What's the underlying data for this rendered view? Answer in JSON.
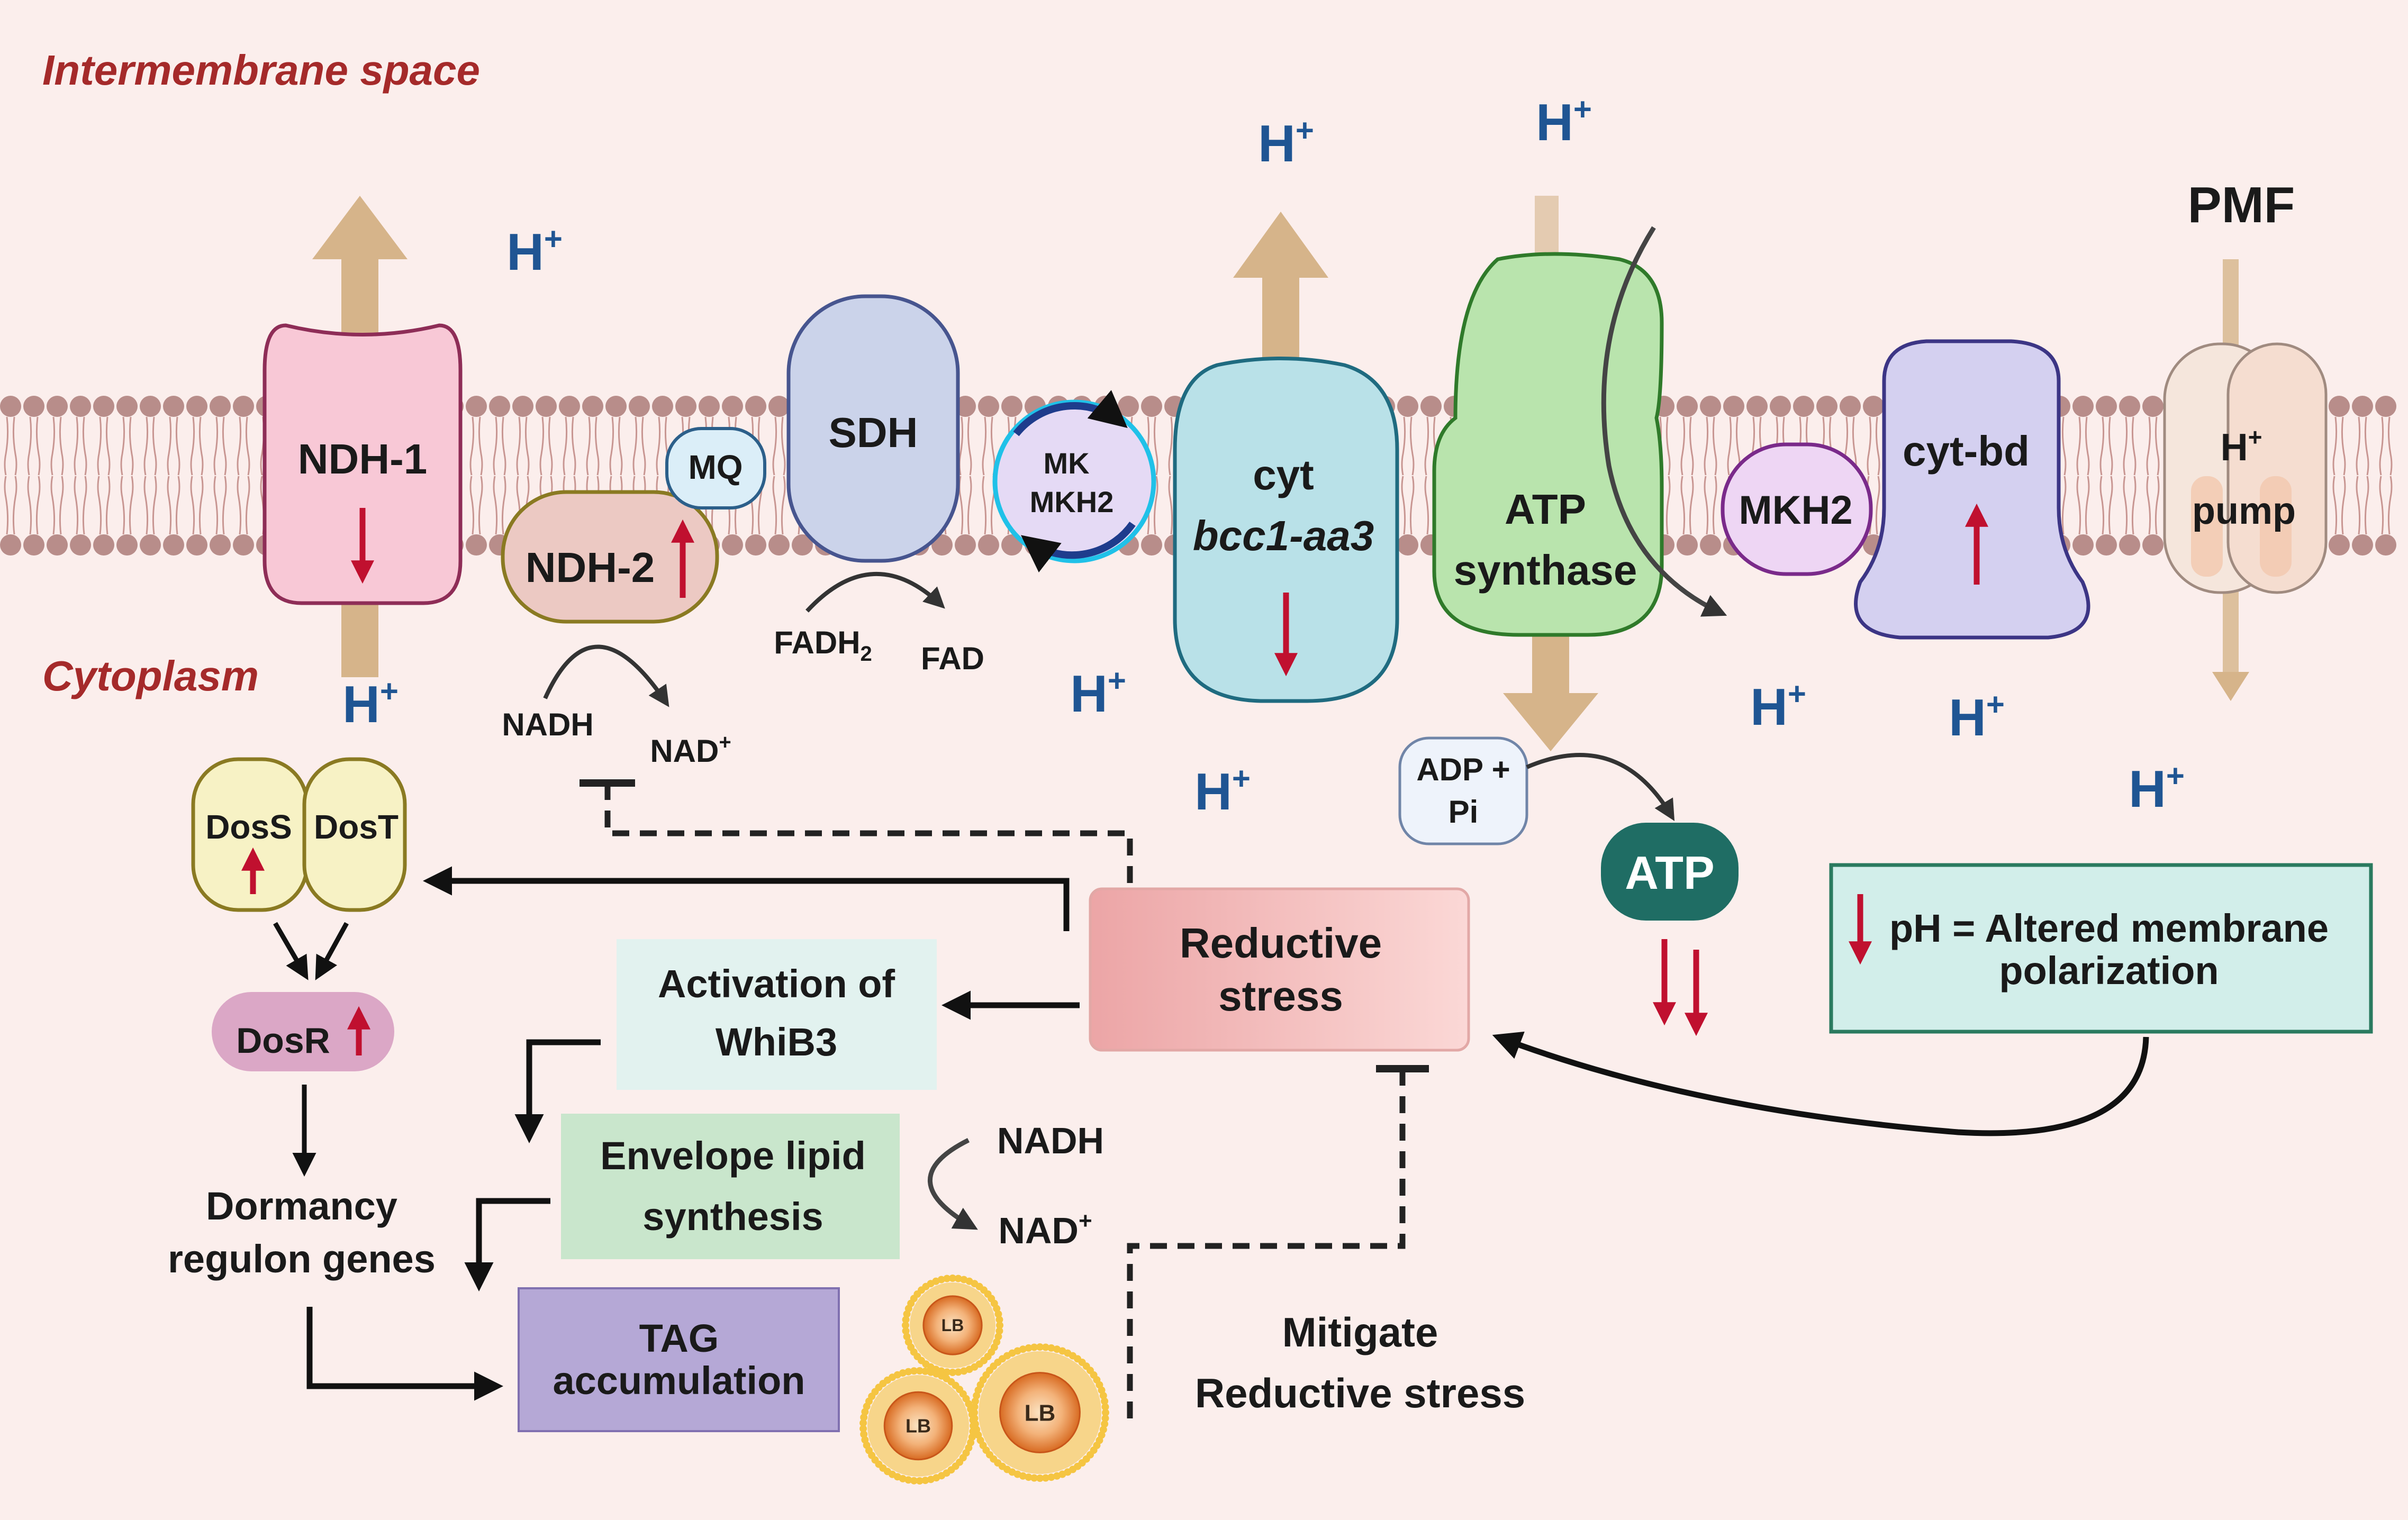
{
  "regions": {
    "intermembrane": "Intermembrane  space",
    "cytoplasm": "Cytoplasm"
  },
  "pmf": "PMF",
  "proton": {
    "base": "H",
    "charge": "+"
  },
  "complexes": {
    "ndh1": "NDH-1",
    "mq": "MQ",
    "ndh2": "NDH-2",
    "sdh": "SDH",
    "mk": "MK",
    "mkh2_cycle": "MKH2",
    "cyt_line1": "cyt",
    "cyt_line2": "bcc1-aa3",
    "atp_line1": "ATP",
    "atp_line2": "synthase",
    "mkh2": "MKH2",
    "cytbd": "cyt-bd",
    "pump_h": "H",
    "pump_charge": "+",
    "pump_label": "pump"
  },
  "metabolites": {
    "fadh2_base": "FADH",
    "fadh2_sub": "2",
    "fad": "FAD",
    "nadh": "NADH",
    "nad_base": "NAD",
    "nad_charge": "+",
    "adp_line1": "ADP +",
    "adp_line2": "Pi",
    "atp": "ATP"
  },
  "sensors": {
    "doss": "DosS",
    "dost": "DosT",
    "dosr": "DosR"
  },
  "boxes": {
    "reductive_l1": "Reductive",
    "reductive_l2": "stress",
    "whib3_l1": "Activation of",
    "whib3_l2": "WhiB3",
    "envelope_l1": "Envelope lipid",
    "envelope_l2": "synthesis",
    "tag_l1": "TAG",
    "tag_l2": "accumulation",
    "ph_l1": "pH = Altered membrane",
    "ph_l2": "polarization"
  },
  "texts": {
    "dormancy_l1": "Dormancy",
    "dormancy_l2": "regulon genes",
    "nadh2": "NADH",
    "nad2_base": "NAD",
    "nad2_charge": "+",
    "mitigate_l1": "Mitigate",
    "mitigate_l2": "Reductive stress",
    "lb": "LB"
  },
  "colors": {
    "background": "#fbeeec",
    "lipid_head": "#b88d8a",
    "proton_text": "#1f5593",
    "region_text": "#a52a2a",
    "up_down_arrow": "#c0102f",
    "flux_arrow": "#d6b48a"
  }
}
